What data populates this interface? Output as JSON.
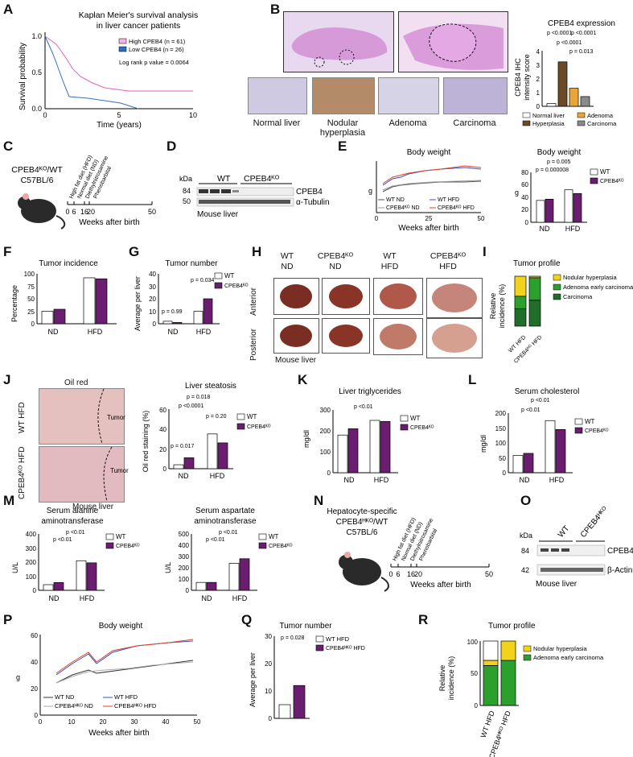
{
  "colors": {
    "purple": "#6b1e6f",
    "white": "#ffffff",
    "pinkKM": "#e060c0",
    "blueKM": "#3070c0",
    "gray": "#888888",
    "red": "#e04020",
    "blue": "#3050d0",
    "yellow": "#f2d21a",
    "green": "#2ca02c",
    "darkgreen": "#1f6f2a",
    "hyperplasia": "#6b4a2a",
    "adenoma": "#e8a53a",
    "carcinoma": "#8a8a8a"
  },
  "A": {
    "label": "A",
    "title1": "Kaplan Meier's survival analysis",
    "title2": "in liver cancer patients",
    "ylabel": "Survival probability",
    "xlabel": "Time (years)",
    "legend": [
      "High CPEB4 (n = 61)",
      "Low CPEB4 (n = 26)"
    ],
    "pval": "Log rank p value = 0.0064",
    "yticks": [
      "0.0",
      "0.5",
      "1.0"
    ],
    "xticks": [
      "0",
      "5",
      "10"
    ]
  },
  "B": {
    "label": "B",
    "caps": [
      "Normal liver",
      "Nodular\nhyperplasia",
      "Adenoma",
      "Carcinoma"
    ],
    "chartTitle": "CPEB4 expression",
    "ylabel": "CPEB4 IHC\nintensity score",
    "yticks": [
      "0",
      "1",
      "2",
      "3",
      "4"
    ],
    "pvals": [
      "p <0.0001",
      "p <0.0001",
      "p <0.0001",
      "p = 0.013"
    ],
    "legend": [
      "Normal liver",
      "Adenoma",
      "Hyperplasia",
      "Carcinoma"
    ]
  },
  "C": {
    "label": "C",
    "model1": "CPEB4ᴷᴼ/WT",
    "model2": "C57BL/6",
    "steps": [
      "High fat diet (HFD)",
      "Normal diet (ND)",
      "Diethylnitrosamine",
      "Phenobarbital"
    ],
    "ticks": [
      "0",
      "6",
      "16",
      "20",
      "50"
    ],
    "xlabel": "Weeks after birth"
  },
  "D": {
    "label": "D",
    "kda": "kDa",
    "wt": "WT",
    "ko": "CPEB4ᴷᴼ",
    "m1": "84",
    "m2": "50",
    "b1": "CPEB4",
    "b2": "α-Tubulin",
    "foot": "Mouse liver"
  },
  "E": {
    "label": "E",
    "t1": "Body weight",
    "yl": "g",
    "xl": "Weeks after birth",
    "yticks": [
      "0",
      "20",
      "40",
      "60"
    ],
    "xticks": [
      "0",
      "25",
      "50"
    ],
    "legend": [
      "WT ND",
      "WT HFD",
      "CPEB4ᴷᴼ ND",
      "CPEB4ᴷᴼ HFD"
    ],
    "t2": "Body weight",
    "p1": "p = 0.005",
    "p2": "p = 0.000008",
    "cats": [
      "ND",
      "HFD"
    ],
    "yticks2": [
      "0",
      "20",
      "40",
      "60",
      "80"
    ],
    "leg2": [
      "WT",
      "CPEB4ᴷᴼ"
    ]
  },
  "F": {
    "label": "F",
    "title": "Tumor incidence",
    "ylabel": "Percentage",
    "yticks": [
      "0",
      "25",
      "50",
      "75",
      "100"
    ],
    "cats": [
      "ND",
      "HFD"
    ],
    "legend": [
      "WT",
      "CPEB4ᴷᴼ"
    ]
  },
  "G": {
    "label": "G",
    "title": "Tumor number",
    "ylabel": "Average per liver",
    "yticks": [
      "0",
      "10",
      "20",
      "30",
      "40"
    ],
    "cats": [
      "ND",
      "HFD"
    ],
    "p1": "p = 0.99",
    "p2": "p = 0.034",
    "legend": [
      "WT",
      "CPEB4ᴷᴼ"
    ]
  },
  "H": {
    "label": "H",
    "cols": [
      "WT\nND",
      "CPEB4ᴷᴼ\nND",
      "WT\nHFD",
      "CPEB4ᴷᴼ\nHFD"
    ],
    "rows": [
      "Anterior",
      "Posterior"
    ],
    "foot": "Mouse liver"
  },
  "I": {
    "label": "I",
    "title": "Tumor profile",
    "ylabel": "Relative\nincidence (%)",
    "legend": [
      "Nodular hyperplasia",
      "Adenoma early carcinoma",
      "Carcinoma"
    ],
    "xcats": [
      "WT HFD",
      "CPEB4ᴷᴼ HFD"
    ]
  },
  "J": {
    "label": "J",
    "title": "Oil red",
    "rows": [
      "WT HFD",
      "CPEB4ᴷᴼ HFD"
    ],
    "tumor": "Tumor",
    "foot": "Mouse liver",
    "chartTitle": "Liver steatosis",
    "ylabel": "Oil red staining (%)",
    "yticks": [
      "0",
      "20",
      "40",
      "60"
    ],
    "cats": [
      "ND",
      "HFD"
    ],
    "pvals": [
      "p = 0.018",
      "p <0.0001",
      "p = 0.20",
      "p = 0.017"
    ],
    "legend": [
      "WT",
      "CPEB4ᴷᴼ"
    ]
  },
  "K": {
    "label": "K",
    "title": "Liver triglycerides",
    "ylabel": "mg/dl",
    "yticks": [
      "0",
      "100",
      "200",
      "300"
    ],
    "cats": [
      "ND",
      "HFD"
    ],
    "p": "p <0.01",
    "legend": [
      "WT",
      "CPEB4ᴷᴼ"
    ]
  },
  "L": {
    "label": "L",
    "title": "Serum cholesterol",
    "ylabel": "mg/dl",
    "yticks": [
      "0",
      "50",
      "100",
      "150",
      "200"
    ],
    "cats": [
      "ND",
      "HFD"
    ],
    "pvals": [
      "p <0.01",
      "p <0.01"
    ],
    "legend": [
      "WT",
      "CPEB4ᴷᴼ"
    ]
  },
  "M": {
    "label": "M",
    "t1a": "Serum alanine",
    "t1b": "aminotransferase",
    "t2a": "Serum aspartate",
    "t2b": "aminotransferase",
    "ylabel": "U/L",
    "yticks1": [
      "0",
      "100",
      "200",
      "300",
      "400"
    ],
    "yticks2": [
      "0",
      "100",
      "200",
      "300",
      "400",
      "500"
    ],
    "cats": [
      "ND",
      "HFD"
    ],
    "p": "p <0.01",
    "legend": [
      "WT",
      "CPEB4ᴷᴼ"
    ]
  },
  "N": {
    "label": "N",
    "m1": "Hepatocyte-specific",
    "m2": "CPEB4ᴴᴷᴼ/WT",
    "m3": "C57BL/6",
    "steps": [
      "High fat diet (HFD)",
      "Normal diet (ND)",
      "Diethylnitrosamine",
      "Phenobarbital"
    ],
    "ticks": [
      "0",
      "6",
      "16",
      "20",
      "50"
    ],
    "xlabel": "Weeks after birth"
  },
  "O": {
    "label": "O",
    "kda": "kDa",
    "wt": "WT",
    "ko": "CPEB4ᴴᴷᴼ",
    "m1": "84",
    "m2": "42",
    "b1": "CPEB4",
    "b2": "β-Actin",
    "foot": "Mouse liver"
  },
  "P": {
    "label": "P",
    "title": "Body weight",
    "yl": "g",
    "xl": "Weeks after birth",
    "yticks": [
      "0",
      "20",
      "40",
      "60"
    ],
    "xticks": [
      "0",
      "10",
      "20",
      "30",
      "40",
      "50"
    ],
    "legend": [
      "WT ND",
      "WT HFD",
      "CPEB4ᴴᴷᴼ ND",
      "CPEB4ᴴᴷᴼ HFD"
    ]
  },
  "Q": {
    "label": "Q",
    "title": "Tumor number",
    "ylabel": "Average per liver",
    "yticks": [
      "0",
      "10",
      "20",
      "30"
    ],
    "p": "p = 0.028",
    "legend": [
      "WT HFD",
      "CPEB4ᴴᴷᴼ HFD"
    ]
  },
  "R": {
    "label": "R",
    "title": "Tumor profile",
    "ylabel": "Relative\nincidence (%)",
    "yticks": [
      "0",
      "50",
      "100"
    ],
    "legend": [
      "Nodular hyperplasia",
      "Adenoma early carcinoma"
    ],
    "xcats": [
      "WT HFD",
      "CPEB4ᴴᴷᴼ HFD"
    ]
  },
  "chart_data": [
    {
      "panel": "A",
      "type": "line",
      "series": [
        {
          "name": "High CPEB4 (n = 61)",
          "x": [
            0,
            1,
            2,
            3,
            4,
            5,
            6,
            8,
            10
          ],
          "y": [
            1.0,
            0.78,
            0.55,
            0.4,
            0.3,
            0.22,
            0.2,
            0.17,
            0.17
          ]
        },
        {
          "name": "Low CPEB4 (n = 26)",
          "x": [
            0,
            0.5,
            1,
            1.5,
            2,
            3,
            5,
            6.3
          ],
          "y": [
            1.0,
            0.75,
            0.5,
            0.28,
            0.15,
            0.1,
            0.08,
            0.0
          ]
        }
      ],
      "xlim": [
        0,
        10
      ],
      "ylim": [
        0,
        1
      ]
    },
    {
      "panel": "B",
      "type": "bar",
      "categories": [
        "Normal liver",
        "Hyperplasia",
        "Adenoma",
        "Carcinoma"
      ],
      "values": [
        0.2,
        3.2,
        1.3,
        0.7
      ],
      "ylim": [
        0,
        4
      ]
    },
    {
      "panel": "E-right",
      "type": "bar",
      "categories": [
        "ND",
        "HFD"
      ],
      "series": [
        {
          "name": "WT",
          "values": [
            35,
            52
          ]
        },
        {
          "name": "CPEB4ᴷᴼ",
          "values": [
            37,
            46
          ]
        }
      ],
      "ylim": [
        0,
        80
      ]
    },
    {
      "panel": "F",
      "type": "bar",
      "categories": [
        "ND",
        "HFD"
      ],
      "series": [
        {
          "name": "WT",
          "values": [
            25,
            92
          ]
        },
        {
          "name": "CPEB4ᴷᴼ",
          "values": [
            29,
            90
          ]
        }
      ],
      "ylim": [
        0,
        100
      ]
    },
    {
      "panel": "G",
      "type": "bar",
      "categories": [
        "ND",
        "HFD"
      ],
      "series": [
        {
          "name": "WT",
          "values": [
            2,
            10
          ]
        },
        {
          "name": "CPEB4ᴷᴼ",
          "values": [
            1,
            20
          ]
        }
      ],
      "ylim": [
        0,
        40
      ]
    },
    {
      "panel": "I",
      "type": "bar",
      "categories": [
        "WT HFD",
        "CPEB4ᴷᴼ HFD"
      ],
      "series": [
        {
          "name": "Nodular hyperplasia",
          "values": [
            40,
            3
          ]
        },
        {
          "name": "Adenoma early carcinoma",
          "values": [
            25,
            45
          ]
        },
        {
          "name": "Carcinoma",
          "values": [
            35,
            52
          ]
        }
      ],
      "ylim": [
        0,
        100
      ]
    },
    {
      "panel": "J",
      "type": "bar",
      "categories": [
        "ND",
        "HFD"
      ],
      "series": [
        {
          "name": "WT",
          "values": [
            4,
            35
          ]
        },
        {
          "name": "CPEB4ᴷᴼ",
          "values": [
            11,
            26
          ]
        }
      ],
      "ylim": [
        0,
        60
      ]
    },
    {
      "panel": "K",
      "type": "bar",
      "categories": [
        "ND",
        "HFD"
      ],
      "series": [
        {
          "name": "WT",
          "values": [
            180,
            250
          ]
        },
        {
          "name": "CPEB4ᴷᴼ",
          "values": [
            210,
            245
          ]
        }
      ],
      "ylim": [
        0,
        300
      ]
    },
    {
      "panel": "L",
      "type": "bar",
      "categories": [
        "ND",
        "HFD"
      ],
      "series": [
        {
          "name": "WT",
          "values": [
            58,
            175
          ]
        },
        {
          "name": "CPEB4ᴷᴼ",
          "values": [
            65,
            145
          ]
        }
      ],
      "ylim": [
        0,
        200
      ]
    },
    {
      "panel": "M1",
      "type": "bar",
      "categories": [
        "ND",
        "HFD"
      ],
      "series": [
        {
          "name": "WT",
          "values": [
            40,
            210
          ]
        },
        {
          "name": "CPEB4ᴷᴼ",
          "values": [
            55,
            195
          ]
        }
      ],
      "ylim": [
        0,
        400
      ]
    },
    {
      "panel": "M2",
      "type": "bar",
      "categories": [
        "ND",
        "HFD"
      ],
      "series": [
        {
          "name": "WT",
          "values": [
            70,
            240
          ]
        },
        {
          "name": "CPEB4ᴷᴼ",
          "values": [
            70,
            280
          ]
        }
      ],
      "ylim": [
        0,
        500
      ]
    },
    {
      "panel": "Q",
      "type": "bar",
      "categories": [
        "WT HFD",
        "CPEB4ᴴᴷᴼ HFD"
      ],
      "values": [
        5,
        12
      ],
      "ylim": [
        0,
        30
      ]
    },
    {
      "panel": "R",
      "type": "bar",
      "categories": [
        "WT HFD",
        "CPEB4ᴴᴷᴼ HFD"
      ],
      "series": [
        {
          "name": "Nodular hyperplasia",
          "values": [
            8,
            30
          ]
        },
        {
          "name": "Adenoma early carcinoma",
          "values": [
            62,
            70
          ]
        }
      ],
      "ylim": [
        0,
        100
      ]
    }
  ]
}
